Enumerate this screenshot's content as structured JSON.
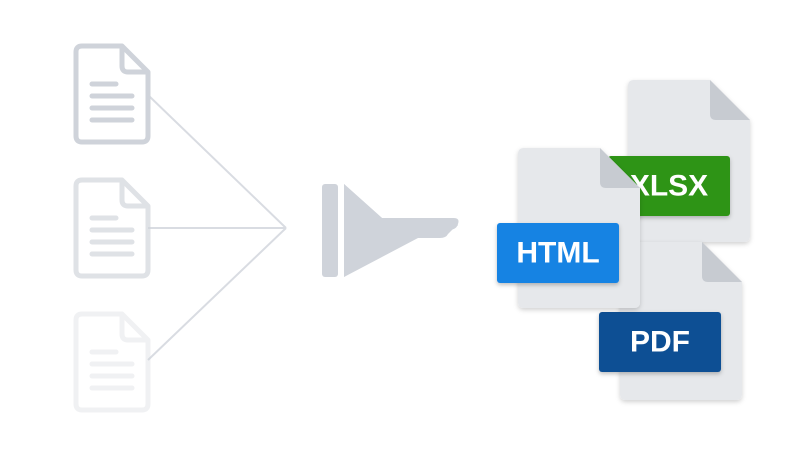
{
  "colors": {
    "background": "#ffffff",
    "source_doc_stroke": "#cfd3da",
    "connector_line": "#d9dce2",
    "funnel": "#cfd3da",
    "output_card": "#e6e8eb",
    "output_card_fold": "#c7cbd1",
    "xlsx_badge": "#2e9412",
    "html_badge": "#1583e3",
    "pdf_badge": "#0b4f94"
  },
  "icons": {
    "source_document": "document-lines-icon",
    "converter": "funnel-icon",
    "output_file": "file-icon"
  },
  "source_documents": [
    {
      "name": "source-document-1-icon",
      "opacity": 1.0
    },
    {
      "name": "source-document-2-icon",
      "opacity": 0.65
    },
    {
      "name": "source-document-3-icon",
      "opacity": 0.3
    }
  ],
  "outputs": {
    "xlsx": {
      "label": "XLSX"
    },
    "html": {
      "label": "HTML"
    },
    "pdf": {
      "label": "PDF"
    }
  }
}
